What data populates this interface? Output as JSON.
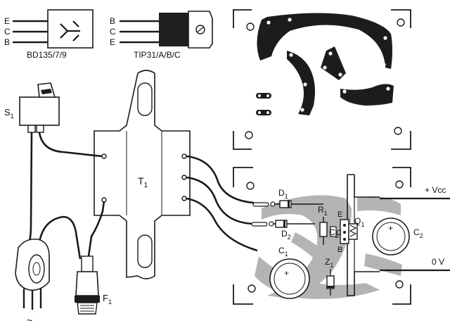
{
  "transistors": {
    "bd135": {
      "pins": [
        "E",
        "C",
        "B"
      ],
      "caption": "BD135/7/9"
    },
    "tip31": {
      "pins": [
        "B",
        "C",
        "E"
      ],
      "caption": "TIP31/A/B/C"
    }
  },
  "wiring": {
    "switch": {
      "name": "S",
      "sub": "1"
    },
    "transformer": {
      "name": "T",
      "sub": "1"
    },
    "fuse": {
      "name": "F",
      "sub": "1"
    },
    "mains": "~"
  },
  "board": {
    "d1": {
      "name": "D",
      "sub": "1"
    },
    "d2": {
      "name": "D",
      "sub": "2"
    },
    "r1": {
      "name": "R",
      "sub": "1"
    },
    "c3": {
      "name": "C",
      "sub": "3"
    },
    "q1": {
      "name": "Q",
      "sub": "1"
    },
    "c1": {
      "name": "C",
      "sub": "1"
    },
    "c2": {
      "name": "C",
      "sub": "2"
    },
    "z1": {
      "name": "Z",
      "sub": "1"
    },
    "pin_e": "E",
    "pin_c": "C",
    "pin_b": "B",
    "vcc": "+ Vcc",
    "gnd": "0 V",
    "plus": "+"
  },
  "colors": {
    "ink": "#1a1a1a",
    "copper_print": "#b4b4b4"
  }
}
